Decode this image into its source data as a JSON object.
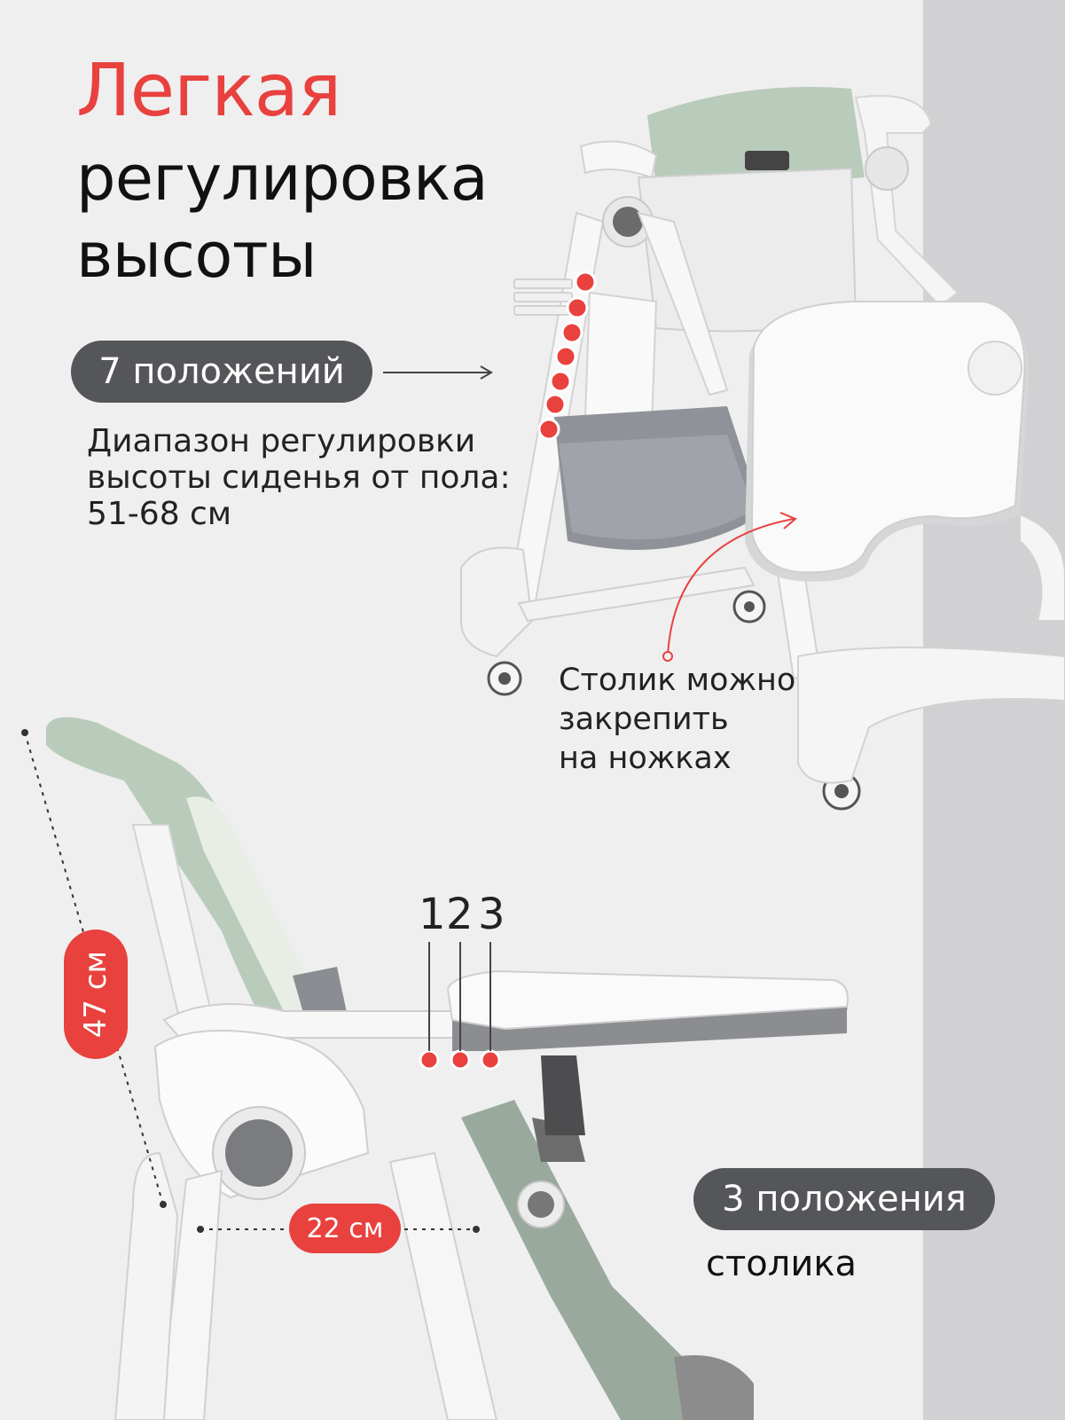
{
  "title": {
    "line1": "Легкая",
    "line2": "регулировка",
    "line3": "высоты"
  },
  "positions_badge": "7 положений",
  "range_text": {
    "line1": "Диапазон регулировки",
    "line2": "высоты сиденья от пола:",
    "line3": "51-68 см"
  },
  "tray_note": {
    "line1": "Столик можно",
    "line2": "закрепить",
    "line3": "на ножках"
  },
  "tray_positions": {
    "badge": "3 положения",
    "caption": "столика",
    "numbers": [
      "1",
      "2",
      "3"
    ]
  },
  "dimensions": {
    "height": "47 см",
    "depth": "22 см"
  },
  "colors": {
    "accent": "#e8413e",
    "badge_dark": "#555659",
    "seat_green": "#b9cbbb",
    "background": "#efefef",
    "side_band": "#d1d1d3"
  }
}
